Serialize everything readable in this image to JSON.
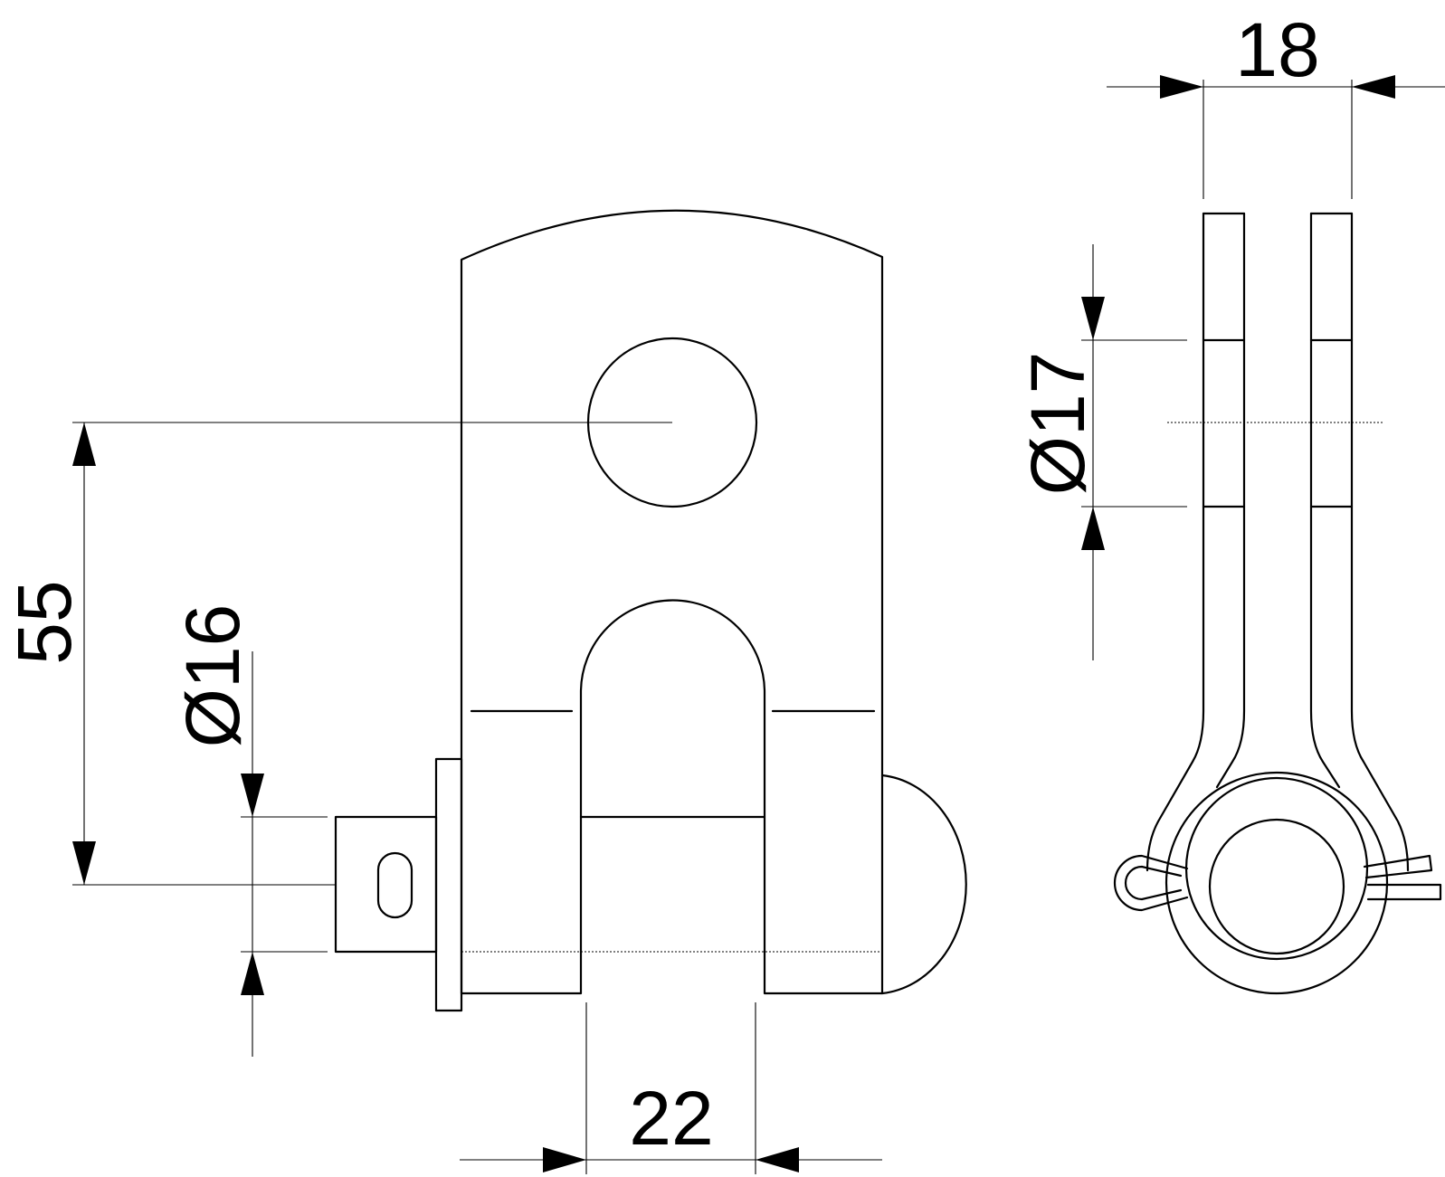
{
  "dimensions": {
    "width_bottom": "22",
    "height_left": "55",
    "pin_diameter": "Ø16",
    "hole_diameter": "Ø17",
    "width_top": "18"
  }
}
